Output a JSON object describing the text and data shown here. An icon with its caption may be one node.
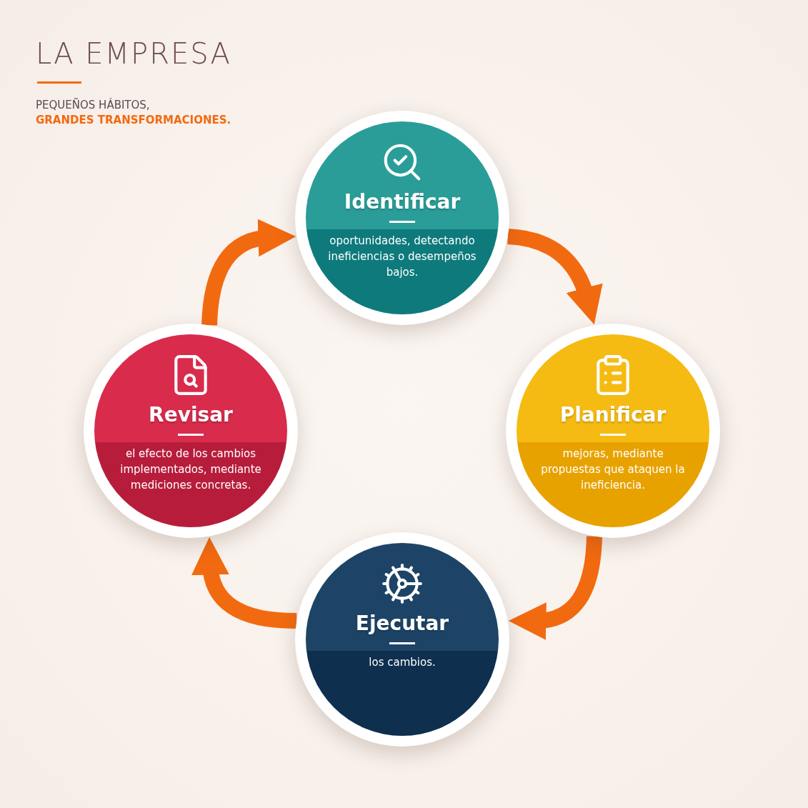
{
  "diagram": {
    "title": "LA EMPRESA",
    "nodes": [
      {
        "text": [
          "Identificar",
          "oportunidades, detectando ineficiencias o desempeños bajos."
        ]
      },
      {
        "text": [
          "Planificar",
          "mejoras, mediante propuestas que ataquen la ineficiencia."
        ]
      },
      {
        "text": [
          "Ejecutar",
          "los cambios."
        ]
      },
      {
        "text": [
          "Revisar",
          "el efecto de los cambios implementados, mediante mediciones concretas."
        ]
      }
    ],
    "edges": [
      {
        "from": 0,
        "to": 1,
        "arrow": "to"
      },
      {
        "from": 1,
        "to": 2,
        "arrow": "to"
      },
      {
        "from": 2,
        "to": 3,
        "arrow": "to"
      },
      {
        "from": 3,
        "to": 0,
        "arrow": "to"
      }
    ],
    "labels": [
      "PEQUEÑOS HÁBITOS,",
      "GRANDES TRANSFORMACIONES."
    ]
  }
}
